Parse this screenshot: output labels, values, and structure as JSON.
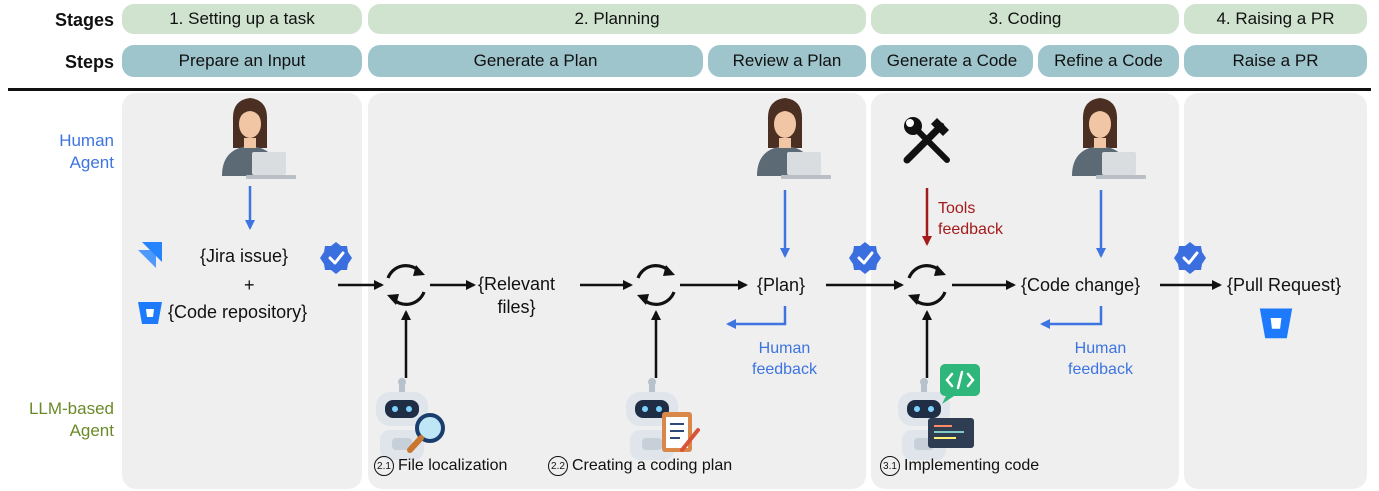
{
  "rows": {
    "stages_label": "Stages",
    "steps_label": "Steps"
  },
  "stages": [
    "1. Setting up a task",
    "2. Planning",
    "3. Coding",
    "4. Raising a PR"
  ],
  "steps": [
    "Prepare an Input",
    "Generate a Plan",
    "Review a Plan",
    "Generate a Code",
    "Refine a Code",
    "Raise a PR"
  ],
  "agents": {
    "human": [
      "Human",
      "Agent"
    ],
    "llm": [
      "LLM-based",
      "Agent"
    ]
  },
  "nodes": {
    "jira_issue": "{Jira issue}",
    "plus": "+",
    "code_repository": "{Code repository}",
    "relevant_files_line1": "{Relevant",
    "relevant_files_line2": "files}",
    "plan": "{Plan}",
    "code_change": "{Code change}",
    "pull_request": "{Pull Request}"
  },
  "feedback": {
    "tools": [
      "Tools",
      "feedback"
    ],
    "human_plan": [
      "Human",
      "feedback"
    ],
    "human_code": [
      "Human",
      "feedback"
    ]
  },
  "captions": [
    {
      "num": "2.1",
      "text": "File localization"
    },
    {
      "num": "2.2",
      "text": "Creating a coding plan"
    },
    {
      "num": "3.1",
      "text": "Implementing code"
    }
  ],
  "colors": {
    "stage_fill": "#cfe3cf",
    "step_fill": "#9ec4cc",
    "panel_fill": "#efefef",
    "human_blue": "#3d74e0",
    "llm_green": "#6a8a2a",
    "tools_red": "#a31a1a",
    "check_blue": "#3b6fe0",
    "jira_blue": "#2684ff",
    "bitbucket_blue": "#1d7afc"
  },
  "icons": [
    "human-with-laptop-icon",
    "robot-search-icon",
    "robot-clipboard-icon",
    "robot-code-icon",
    "tools-icon",
    "cycle-icon",
    "verified-check-icon",
    "jira-icon",
    "bitbucket-icon"
  ]
}
